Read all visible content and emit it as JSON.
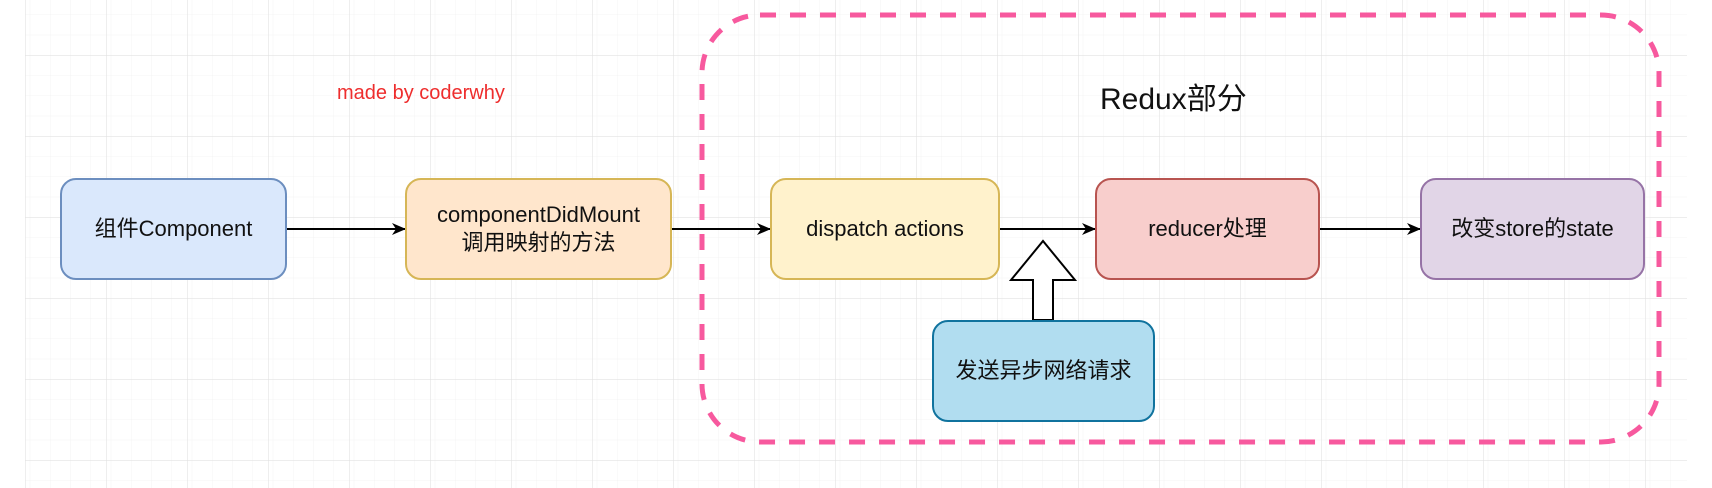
{
  "watermark": {
    "text": "made by coderwhy",
    "color": "#ee2d2d"
  },
  "group": {
    "title": "Redux部分",
    "border_color": "#f7599e"
  },
  "nodes": {
    "component": {
      "lines": [
        "组件Component"
      ],
      "fill": "#dae8fc",
      "stroke": "#6c8ebf"
    },
    "did_mount": {
      "lines": [
        "componentDidMount",
        "调用映射的方法"
      ],
      "fill": "#ffe6cc",
      "stroke": "#d6b656"
    },
    "dispatch": {
      "lines": [
        "dispatch actions"
      ],
      "fill": "#fff2cc",
      "stroke": "#d6b656"
    },
    "reducer": {
      "lines": [
        "reducer处理"
      ],
      "fill": "#f8cecc",
      "stroke": "#b85450"
    },
    "state": {
      "lines": [
        "改变store的state"
      ],
      "fill": "#e1d5e7",
      "stroke": "#9673a6"
    },
    "async": {
      "lines": [
        "发送异步网络请求"
      ],
      "fill": "#b1ddf0",
      "stroke": "#10739e"
    }
  },
  "edges": [
    {
      "from": "component",
      "to": "did_mount",
      "style": "arrow"
    },
    {
      "from": "did_mount",
      "to": "dispatch",
      "style": "arrow"
    },
    {
      "from": "dispatch",
      "to": "reducer",
      "style": "arrow"
    },
    {
      "from": "reducer",
      "to": "state",
      "style": "arrow"
    },
    {
      "from": "async",
      "to": "dispatch-reducer-edge",
      "style": "block-arrow-up"
    }
  ]
}
